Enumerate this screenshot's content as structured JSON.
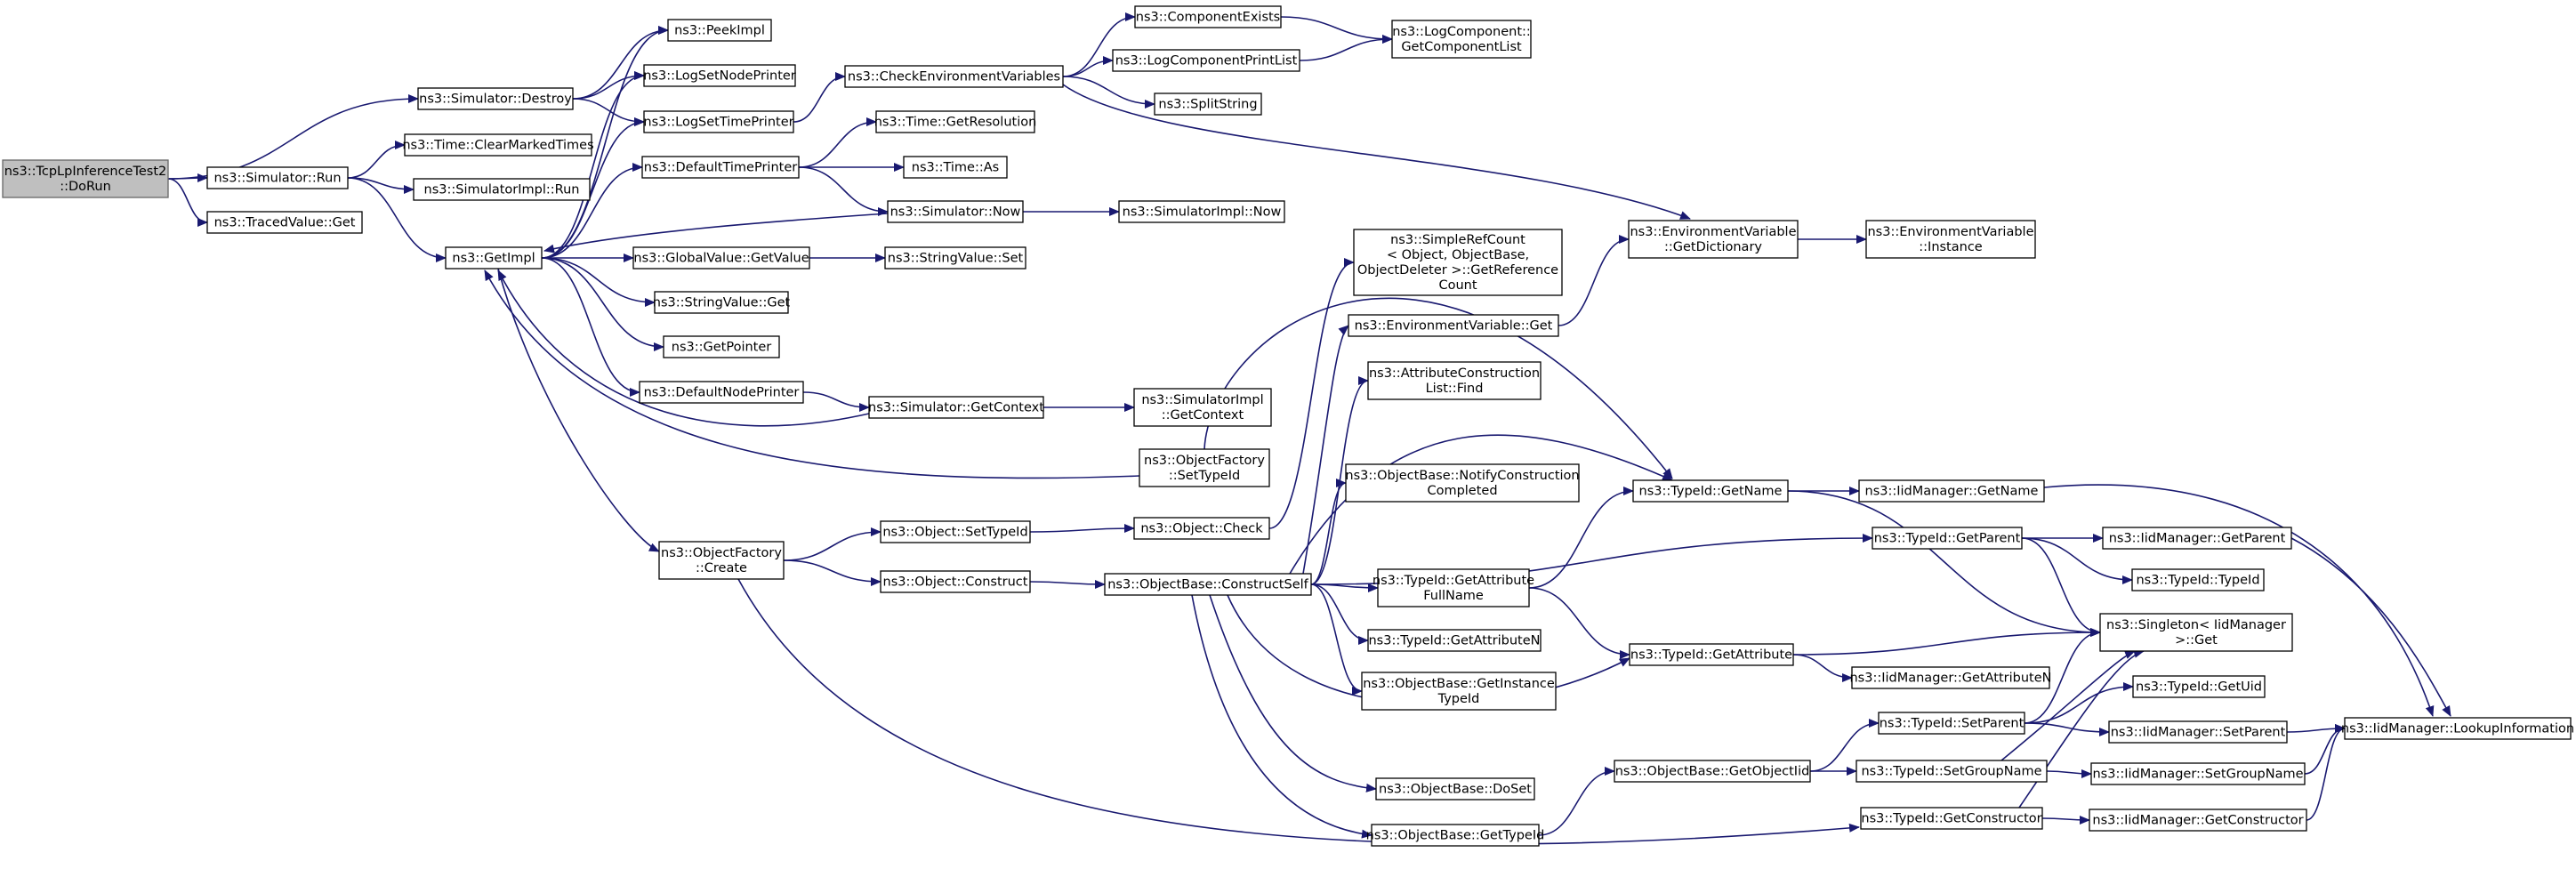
{
  "nodes": [
    {
      "id": "dorun",
      "lines": [
        "ns3::TcpLpInferenceTest2",
        "::DoRun"
      ],
      "root": true
    },
    {
      "id": "destroy",
      "lines": [
        "ns3::Simulator::Destroy"
      ]
    },
    {
      "id": "run",
      "lines": [
        "ns3::Simulator::Run"
      ]
    },
    {
      "id": "tracedget",
      "lines": [
        "ns3::TracedValue::Get"
      ]
    },
    {
      "id": "getimpl",
      "lines": [
        "ns3::GetImpl"
      ]
    },
    {
      "id": "peekimpl",
      "lines": [
        "ns3::PeekImpl"
      ]
    },
    {
      "id": "logsetnode",
      "lines": [
        "ns3::LogSetNodePrinter"
      ]
    },
    {
      "id": "logsettime",
      "lines": [
        "ns3::LogSetTimePrinter"
      ]
    },
    {
      "id": "clearmarked",
      "lines": [
        "ns3::Time::ClearMarkedTimes"
      ]
    },
    {
      "id": "simimplrun",
      "lines": [
        "ns3::SimulatorImpl::Run"
      ]
    },
    {
      "id": "defaulttime",
      "lines": [
        "ns3::DefaultTimePrinter"
      ]
    },
    {
      "id": "checkenv",
      "lines": [
        "ns3::CheckEnvironmentVariables"
      ]
    },
    {
      "id": "compexists",
      "lines": [
        "ns3::ComponentExists"
      ]
    },
    {
      "id": "logcompprint",
      "lines": [
        "ns3::LogComponentPrintList"
      ]
    },
    {
      "id": "splitstring",
      "lines": [
        "ns3::SplitString"
      ]
    },
    {
      "id": "getcomplist",
      "lines": [
        "ns3::LogComponent::",
        "GetComponentList"
      ]
    },
    {
      "id": "getres",
      "lines": [
        "ns3::Time::GetResolution"
      ]
    },
    {
      "id": "timeas",
      "lines": [
        "ns3::Time::As"
      ]
    },
    {
      "id": "simnow",
      "lines": [
        "ns3::Simulator::Now"
      ]
    },
    {
      "id": "simimplnow",
      "lines": [
        "ns3::SimulatorImpl::Now"
      ]
    },
    {
      "id": "globalget",
      "lines": [
        "ns3::GlobalValue::GetValue"
      ]
    },
    {
      "id": "stringset",
      "lines": [
        "ns3::StringValue::Set"
      ]
    },
    {
      "id": "stringget",
      "lines": [
        "ns3::StringValue::Get"
      ]
    },
    {
      "id": "getpointer",
      "lines": [
        "ns3::GetPointer"
      ]
    },
    {
      "id": "defaultnode",
      "lines": [
        "ns3::DefaultNodePrinter"
      ]
    },
    {
      "id": "simgetctx",
      "lines": [
        "ns3::Simulator::GetContext"
      ]
    },
    {
      "id": "simimplgetctx",
      "lines": [
        "ns3::SimulatorImpl",
        "::GetContext"
      ]
    },
    {
      "id": "ofcreate",
      "lines": [
        "ns3::ObjectFactory",
        "::Create"
      ]
    },
    {
      "id": "objsettypeid",
      "lines": [
        "ns3::Object::SetTypeId"
      ]
    },
    {
      "id": "objconstruct",
      "lines": [
        "ns3::Object::Construct"
      ]
    },
    {
      "id": "objcheck",
      "lines": [
        "ns3::Object::Check"
      ]
    },
    {
      "id": "ofsettypeid",
      "lines": [
        "ns3::ObjectFactory",
        "::SetTypeId"
      ]
    },
    {
      "id": "constructself",
      "lines": [
        "ns3::ObjectBase::ConstructSelf"
      ]
    },
    {
      "id": "simplerefcount",
      "lines": [
        "ns3::SimpleRefCount",
        "< Object, ObjectBase,",
        "ObjectDeleter >::GetReference",
        "Count"
      ]
    },
    {
      "id": "envget",
      "lines": [
        "ns3::EnvironmentVariable::Get"
      ]
    },
    {
      "id": "attrfind",
      "lines": [
        "ns3::AttributeConstruction",
        "List::Find"
      ]
    },
    {
      "id": "notifyconstr",
      "lines": [
        "ns3::ObjectBase::NotifyConstruction",
        "Completed"
      ]
    },
    {
      "id": "getattrfull",
      "lines": [
        "ns3::TypeId::GetAttribute",
        "FullName"
      ]
    },
    {
      "id": "getattrn",
      "lines": [
        "ns3::TypeId::GetAttributeN"
      ]
    },
    {
      "id": "getinsttypeid",
      "lines": [
        "ns3::ObjectBase::GetInstance",
        "TypeId"
      ]
    },
    {
      "id": "dosetobj",
      "lines": [
        "ns3::ObjectBase::DoSet"
      ]
    },
    {
      "id": "obgettypeid",
      "lines": [
        "ns3::ObjectBase::GetTypeId"
      ]
    },
    {
      "id": "envgetdict",
      "lines": [
        "ns3::EnvironmentVariable",
        "::GetDictionary"
      ]
    },
    {
      "id": "envinstance",
      "lines": [
        "ns3::EnvironmentVariable",
        "::Instance"
      ]
    },
    {
      "id": "tidgetname",
      "lines": [
        "ns3::TypeId::GetName"
      ]
    },
    {
      "id": "tidgetparent",
      "lines": [
        "ns3::TypeId::GetParent"
      ]
    },
    {
      "id": "tidgetattr",
      "lines": [
        "ns3::TypeId::GetAttribute"
      ]
    },
    {
      "id": "getobjectiid",
      "lines": [
        "ns3::ObjectBase::GetObjectIid"
      ]
    },
    {
      "id": "tidsetparent",
      "lines": [
        "ns3::TypeId::SetParent"
      ]
    },
    {
      "id": "tidsetgroup",
      "lines": [
        "ns3::TypeId::SetGroupName"
      ]
    },
    {
      "id": "tidgetconstr",
      "lines": [
        "ns3::TypeId::GetConstructor"
      ]
    },
    {
      "id": "iidgetname",
      "lines": [
        "ns3::IidManager::GetName"
      ]
    },
    {
      "id": "iidgetparent",
      "lines": [
        "ns3::IidManager::GetParent"
      ]
    },
    {
      "id": "tidtypeid",
      "lines": [
        "ns3::TypeId::TypeId"
      ]
    },
    {
      "id": "singletonget",
      "lines": [
        "ns3::Singleton< IidManager",
        ">::Get"
      ]
    },
    {
      "id": "iidgetattrn",
      "lines": [
        "ns3::IidManager::GetAttributeN"
      ]
    },
    {
      "id": "tidgetuid",
      "lines": [
        "ns3::TypeId::GetUid"
      ]
    },
    {
      "id": "iidsetparent",
      "lines": [
        "ns3::IidManager::SetParent"
      ]
    },
    {
      "id": "iidsetgroup",
      "lines": [
        "ns3::IidManager::SetGroupName"
      ]
    },
    {
      "id": "iidgetconstr",
      "lines": [
        "ns3::IidManager::GetConstructor"
      ]
    },
    {
      "id": "iidlookup",
      "lines": [
        "ns3::IidManager::LookupInformation"
      ]
    }
  ],
  "edges": [
    [
      "dorun",
      "destroy"
    ],
    [
      "dorun",
      "run"
    ],
    [
      "dorun",
      "tracedget"
    ],
    [
      "destroy",
      "peekimpl"
    ],
    [
      "destroy",
      "logsetnode"
    ],
    [
      "destroy",
      "logsettime"
    ],
    [
      "run",
      "clearmarked"
    ],
    [
      "run",
      "simimplrun"
    ],
    [
      "run",
      "getimpl"
    ],
    [
      "getimpl",
      "peekimpl"
    ],
    [
      "getimpl",
      "logsetnode"
    ],
    [
      "getimpl",
      "logsettime"
    ],
    [
      "getimpl",
      "defaulttime"
    ],
    [
      "getimpl",
      "globalget"
    ],
    [
      "getimpl",
      "stringget"
    ],
    [
      "getimpl",
      "getpointer"
    ],
    [
      "getimpl",
      "defaultnode"
    ],
    [
      "getimpl",
      "ofcreate"
    ],
    [
      "logsettime",
      "checkenv"
    ],
    [
      "checkenv",
      "compexists"
    ],
    [
      "checkenv",
      "logcompprint"
    ],
    [
      "checkenv",
      "splitstring"
    ],
    [
      "checkenv",
      "envgetdict"
    ],
    [
      "compexists",
      "getcomplist"
    ],
    [
      "logcompprint",
      "getcomplist"
    ],
    [
      "defaulttime",
      "getres"
    ],
    [
      "defaulttime",
      "timeas"
    ],
    [
      "defaulttime",
      "simnow"
    ],
    [
      "simnow",
      "simimplnow"
    ],
    [
      "simnow",
      "getimpl"
    ],
    [
      "globalget",
      "stringset"
    ],
    [
      "defaultnode",
      "simgetctx"
    ],
    [
      "simgetctx",
      "simimplgetctx"
    ],
    [
      "simgetctx",
      "getimpl"
    ],
    [
      "ofsettypeid",
      "getimpl"
    ],
    [
      "ofsettypeid",
      "tidgetname"
    ],
    [
      "ofcreate",
      "objsettypeid"
    ],
    [
      "ofcreate",
      "objconstruct"
    ],
    [
      "ofcreate",
      "tidgetconstr"
    ],
    [
      "objsettypeid",
      "objcheck"
    ],
    [
      "objconstruct",
      "constructself"
    ],
    [
      "objcheck",
      "simplerefcount"
    ],
    [
      "constructself",
      "envget"
    ],
    [
      "constructself",
      "attrfind"
    ],
    [
      "constructself",
      "notifyconstr"
    ],
    [
      "constructself",
      "tidgetname"
    ],
    [
      "constructself",
      "tidgetparent"
    ],
    [
      "constructself",
      "getattrfull"
    ],
    [
      "constructself",
      "getattrn"
    ],
    [
      "constructself",
      "getinsttypeid"
    ],
    [
      "constructself",
      "tidgetattr"
    ],
    [
      "constructself",
      "dosetobj"
    ],
    [
      "constructself",
      "obgettypeid"
    ],
    [
      "envget",
      "envgetdict"
    ],
    [
      "envgetdict",
      "envinstance"
    ],
    [
      "getattrfull",
      "tidgetname"
    ],
    [
      "getattrfull",
      "tidgetattr"
    ],
    [
      "obgettypeid",
      "getobjectiid"
    ],
    [
      "getobjectiid",
      "tidsetparent"
    ],
    [
      "getobjectiid",
      "tidsetgroup"
    ],
    [
      "tidgetname",
      "iidgetname"
    ],
    [
      "tidgetname",
      "singletonget"
    ],
    [
      "tidgetparent",
      "iidgetparent"
    ],
    [
      "tidgetparent",
      "tidtypeid"
    ],
    [
      "tidgetparent",
      "singletonget"
    ],
    [
      "tidgetattr",
      "singletonget"
    ],
    [
      "tidgetattr",
      "iidgetattrn"
    ],
    [
      "tidsetparent",
      "tidgetuid"
    ],
    [
      "tidsetparent",
      "iidsetparent"
    ],
    [
      "tidsetparent",
      "singletonget"
    ],
    [
      "tidsetgroup",
      "iidsetgroup"
    ],
    [
      "tidsetgroup",
      "singletonget"
    ],
    [
      "tidgetconstr",
      "iidgetconstr"
    ],
    [
      "tidgetconstr",
      "singletonget"
    ],
    [
      "iidgetname",
      "iidlookup"
    ],
    [
      "iidgetparent",
      "iidlookup"
    ],
    [
      "iidsetparent",
      "iidlookup"
    ],
    [
      "iidsetgroup",
      "iidlookup"
    ],
    [
      "iidgetconstr",
      "iidlookup"
    ]
  ]
}
